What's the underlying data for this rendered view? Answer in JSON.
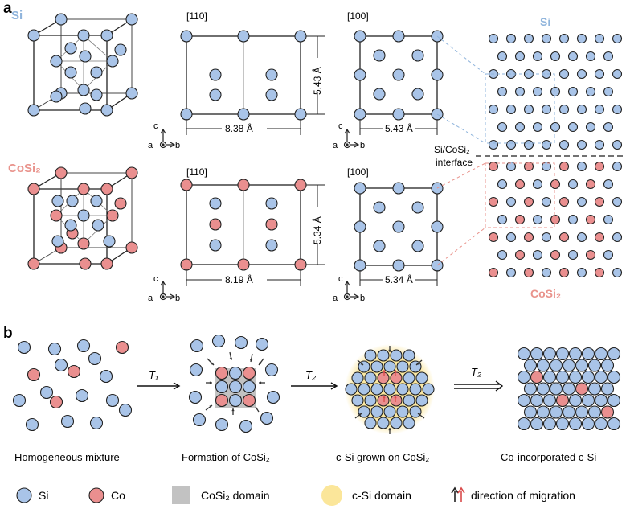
{
  "panel_a": {
    "label": "a",
    "si_label": "Si",
    "cosi2_label": "CoSi₂",
    "dir_110": "[110]",
    "dir_100": "[100]",
    "si_110_height": "5.43 Å",
    "si_110_width": "8.38 Å",
    "si_100_width": "5.43 Å",
    "cosi2_110_height": "5.34 Å",
    "cosi2_110_width": "8.19 Å",
    "cosi2_100_width": "5.34 Å",
    "axis_c": "c",
    "axis_a": "a",
    "axis_b": "b",
    "interface_line1": "Si/CoSi₂",
    "interface_line2": "interface",
    "lattice_top_label": "Si",
    "lattice_bottom_label": "CoSi₂"
  },
  "panel_b": {
    "label": "b",
    "t1": "T₁",
    "t2a": "T₂",
    "t2b": "T₂",
    "captions": [
      "Homogeneous mixture",
      "Formation of CoSi₂",
      "c-Si grown on CoSi₂",
      "Co-incorporated c-Si"
    ]
  },
  "legend": {
    "si": "Si",
    "co": "Co",
    "cosi2_domain": "CoSi₂ domain",
    "csi_domain": "c-Si domain",
    "migration": "direction of migration"
  },
  "colors": {
    "si": "#a9c4e8",
    "co": "#ea8f8f",
    "cosi2_domain": "#c2c2c2",
    "csi_domain": "#fbe69a",
    "si_label": "#8fb4dc",
    "cosi2_label": "#e9938c"
  }
}
